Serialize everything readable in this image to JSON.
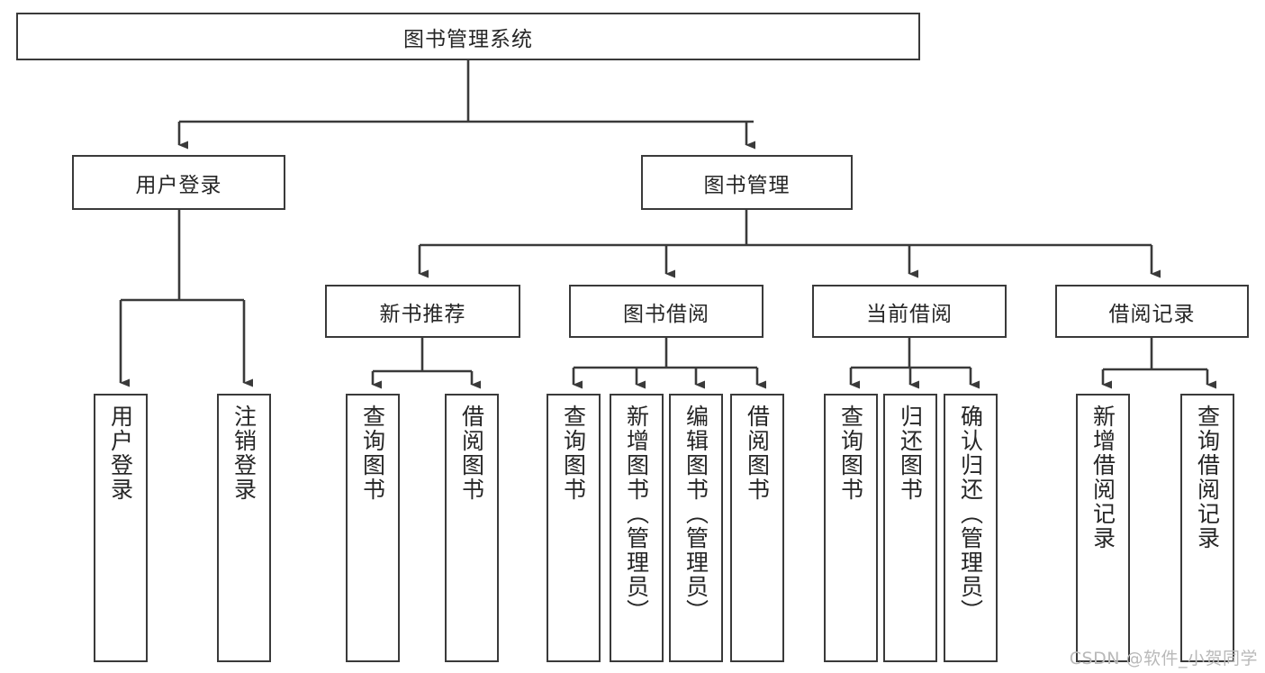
{
  "diagram": {
    "type": "tree-hierarchy",
    "title": "图书管理系统",
    "watermark": "CSDN @软件_小贺同学",
    "colors": {
      "stroke": "#3a3a3a",
      "fill": "#ffffff",
      "text": "#262626",
      "watermark": "#b9b9b9"
    },
    "nodes": {
      "root": {
        "label": "图书管理系统"
      },
      "level2": [
        {
          "label": "用户登录"
        },
        {
          "label": "图书管理"
        }
      ],
      "level3": [
        {
          "label": "新书推荐"
        },
        {
          "label": "图书借阅"
        },
        {
          "label": "当前借阅"
        },
        {
          "label": "借阅记录"
        }
      ],
      "leaves": {
        "user_login": [
          {
            "label": "用户登录"
          },
          {
            "label": "注销登录"
          }
        ],
        "new_book_recommend": [
          {
            "label": "查询图书"
          },
          {
            "label": "借阅图书"
          }
        ],
        "book_borrow": [
          {
            "label": "查询图书"
          },
          {
            "label": "新增图书（管理员）"
          },
          {
            "label": "编辑图书（管理员）"
          },
          {
            "label": "借阅图书"
          }
        ],
        "current_borrow": [
          {
            "label": "查询图书"
          },
          {
            "label": "归还图书"
          },
          {
            "label": "确认归还（管理员）"
          }
        ],
        "borrow_record": [
          {
            "label": "新增借阅记录"
          },
          {
            "label": "查询借阅记录"
          }
        ]
      }
    }
  }
}
